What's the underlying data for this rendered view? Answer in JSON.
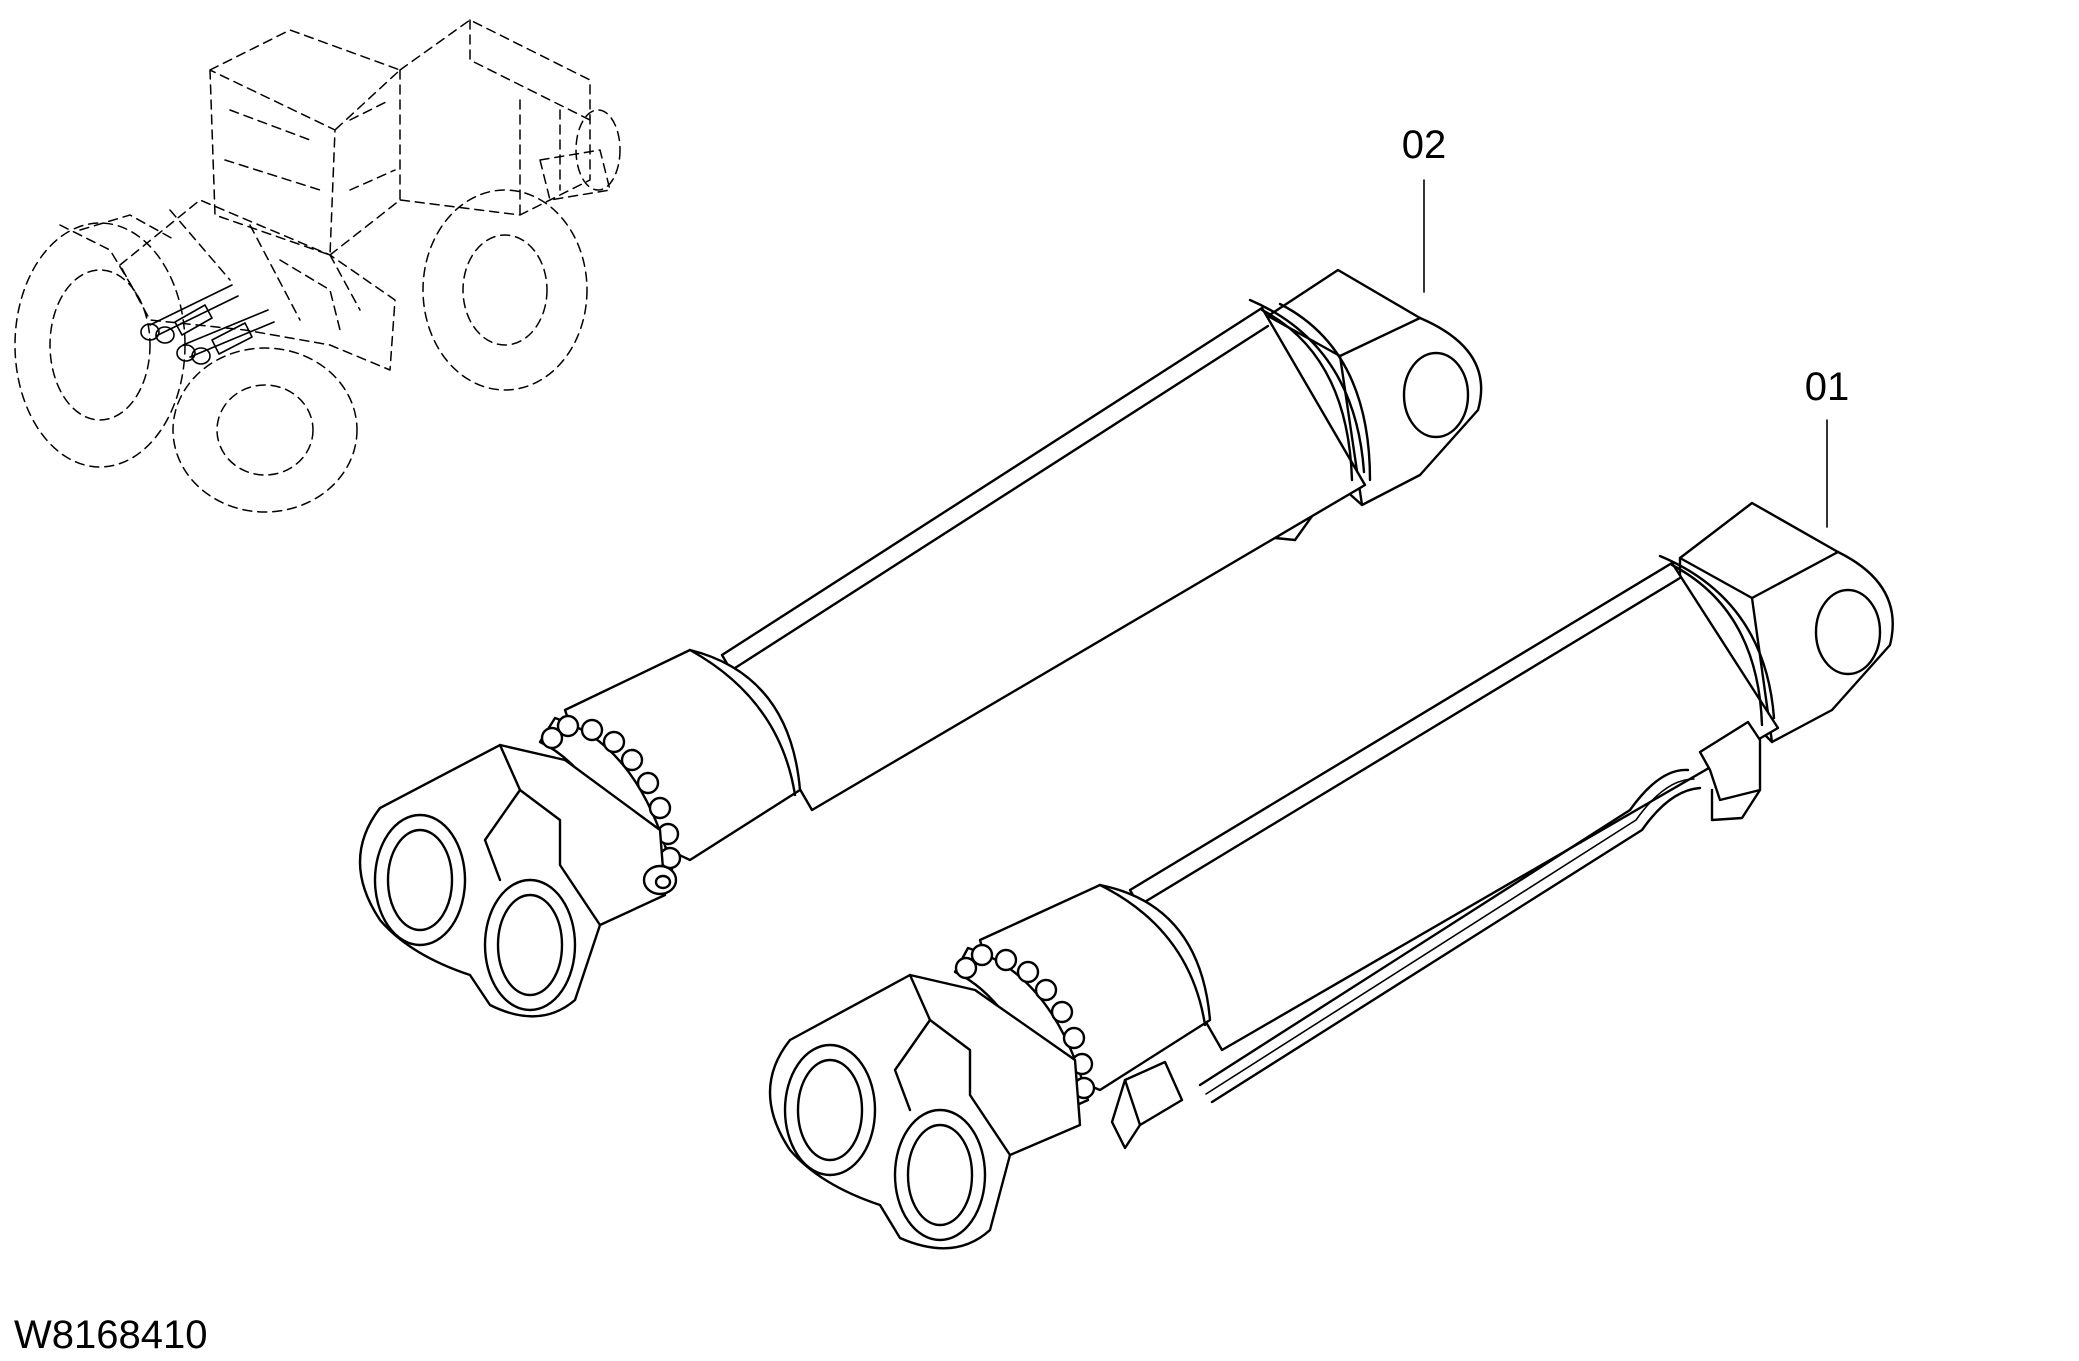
{
  "callouts": {
    "part_01": "01",
    "part_02": "02"
  },
  "drawing_code": "W8168410"
}
